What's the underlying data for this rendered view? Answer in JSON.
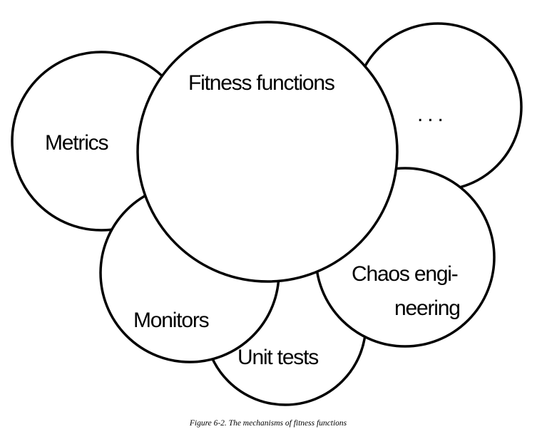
{
  "diagram": {
    "labels": {
      "fitness_functions": "Fitness functions",
      "metrics": "Metrics",
      "more": ". . .",
      "chaos_line1": "Chaos engi-",
      "chaos_line2": "neering",
      "monitors": "Monitors",
      "unit_tests": "Unit tests"
    },
    "caption": "Figure 6-2. The mechanisms of fitness functions"
  }
}
